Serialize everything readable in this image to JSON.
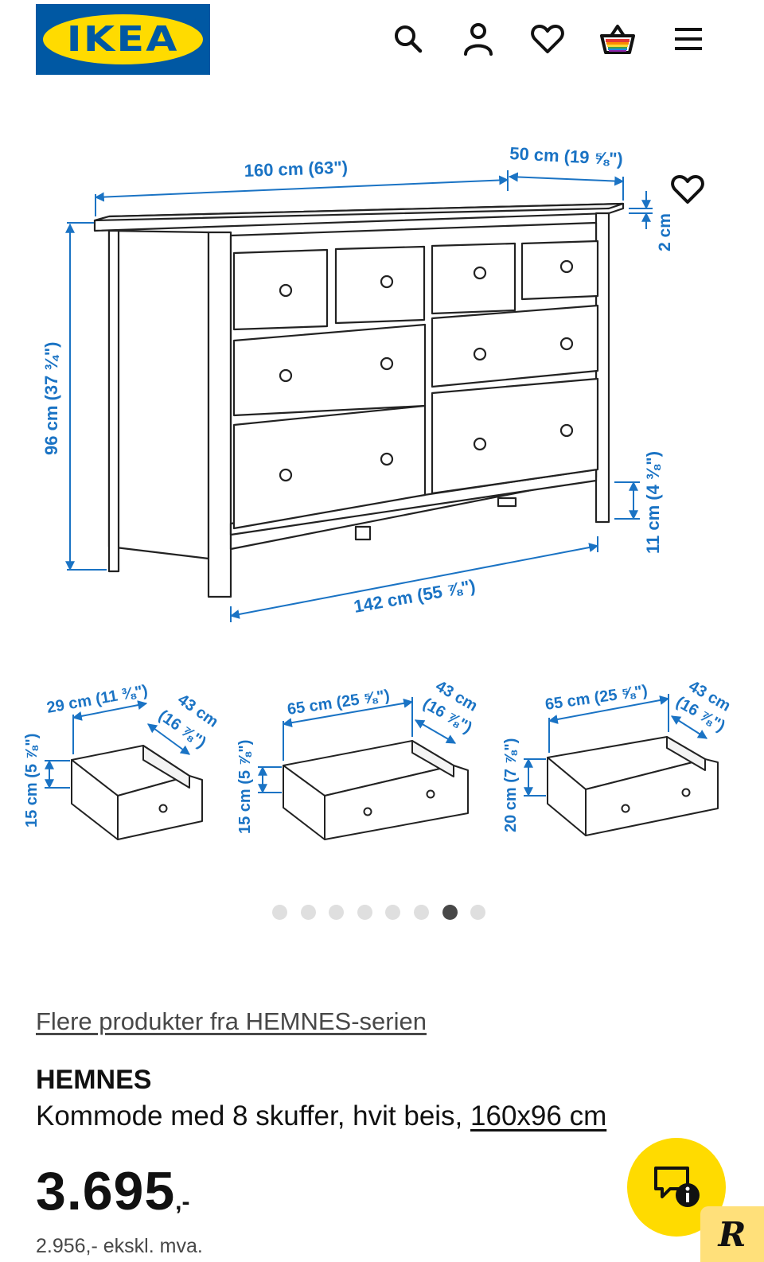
{
  "header": {
    "logo_text": "IKEA",
    "logo_registered": "®",
    "icons": [
      "search-icon",
      "profile-icon",
      "heart-icon",
      "basket-icon",
      "menu-icon"
    ]
  },
  "gallery": {
    "dimensions": {
      "width": "160 cm (63\")",
      "depth": "50 cm (19 ⅝\")",
      "top_thickness": "2 cm",
      "height": "96 cm (37 ¾\")",
      "leg_height": "11 cm (4 ⅜\")",
      "inner_width": "142 cm (55 ⅞\")"
    },
    "drawers": [
      {
        "width": "29 cm (11 ⅜\")",
        "depth_cm": "43 cm",
        "depth_in": "(16 ⅞\")",
        "height": "15 cm (5 ⅞\")"
      },
      {
        "width": "65 cm (25 ⅝\")",
        "depth_cm": "43 cm",
        "depth_in": "(16 ⅞\")",
        "height": "15 cm (5 ⅞\")"
      },
      {
        "width": "65 cm (25 ⅝\")",
        "depth_cm": "43 cm",
        "depth_in": "(16 ⅞\")",
        "height": "20 cm (7 ⅞\")"
      }
    ],
    "slide_count": 8,
    "active_slide": 7
  },
  "product": {
    "series_link": "Flere produkter fra HEMNES-serien",
    "name": "HEMNES",
    "description": "Kommode med 8 skuffer, hvit beis, ",
    "size_link": "160x96 cm",
    "price": "3.695",
    "price_suffix": ",-",
    "price_ex_vat": "2.956,- ekskl. mva."
  },
  "badge": {
    "text": "R"
  },
  "colors": {
    "ikea_blue": "#0058a3",
    "ikea_yellow": "#ffdb00",
    "dimension_blue": "#1a73c4"
  }
}
